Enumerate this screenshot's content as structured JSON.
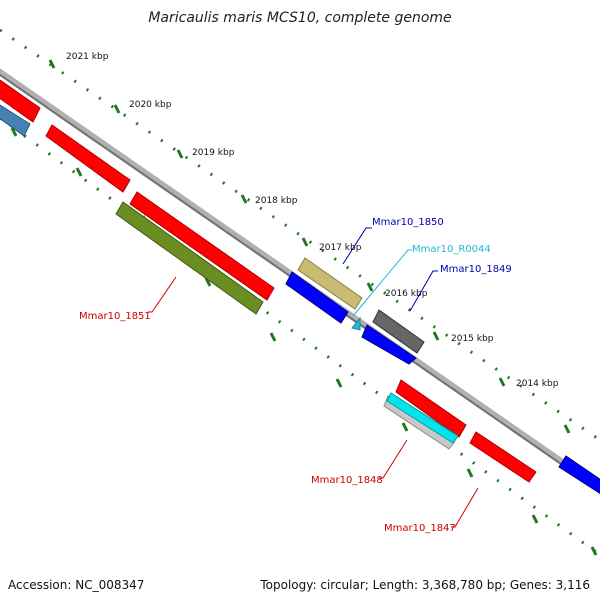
{
  "title": "Maricaulis maris MCS10, complete genome",
  "footer": {
    "accession": "Accession: NC_008347",
    "summary": "Topology: circular; Length: 3,368,780 bp; Genes: 3,116"
  },
  "colors": {
    "backbone": "#8f8f8f",
    "tick": "#1f7a1f",
    "red": "#ff0000",
    "blue": "#0000ff",
    "olive": "#6b8e23",
    "khaki": "#c8bb73",
    "gray": "#666666",
    "cyan": "#00e5ee",
    "silver": "#c8c8c8",
    "steelblue": "#4682b4",
    "label_red": "#cc0000",
    "label_blue": "#0000aa",
    "label_cyan": "#22b8d8"
  },
  "kbp_labels": [
    "2021 kbp",
    "2020 kbp",
    "2019 kbp",
    "2018 kbp",
    "2017 kbp",
    "2016 kbp",
    "2015 kbp",
    "2014 kbp"
  ],
  "gene_labels": [
    {
      "id": "Mmar10_1850",
      "color": "label_blue"
    },
    {
      "id": "Mmar10_R0044",
      "color": "label_cyan"
    },
    {
      "id": "Mmar10_1849",
      "color": "label_blue"
    },
    {
      "id": "Mmar10_1851",
      "color": "label_red"
    },
    {
      "id": "Mmar10_1848",
      "color": "label_red"
    },
    {
      "id": "Mmar10_1847",
      "color": "label_red"
    }
  ]
}
